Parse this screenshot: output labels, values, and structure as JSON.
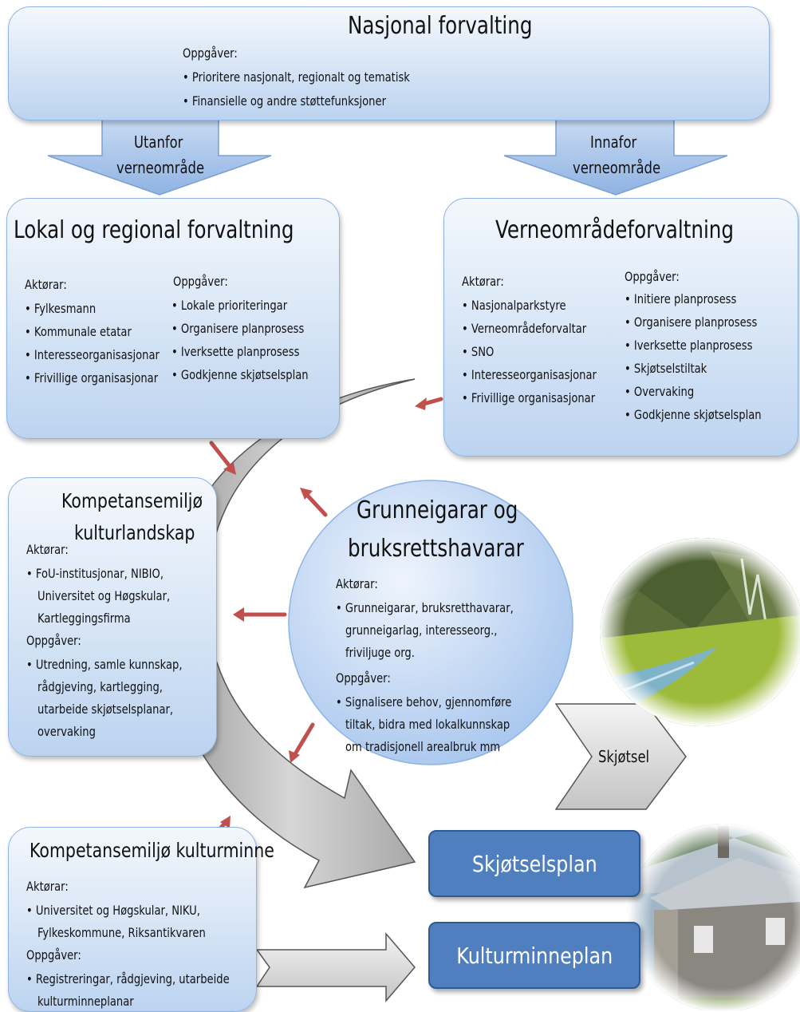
{
  "national": {
    "title": "Nasjonal forvalting",
    "tasks_label": "Oppgåver:",
    "tasks": [
      "Prioritere nasjonalt, regionalt og tematisk",
      "Finansielle og andre støttefunksjoner"
    ]
  },
  "arrow_outside": {
    "line1": "Utanfor",
    "line2": "verneområde"
  },
  "arrow_inside": {
    "line1": "Innafor",
    "line2": "verneområde"
  },
  "local": {
    "title": "Lokal og regional forvaltning",
    "actors_label": "Aktørar:",
    "actors": [
      "Fylkesmann",
      "Kommunale etatar",
      "Interesseorganisasjonar",
      "Frivillige organisasjonar"
    ],
    "tasks_label": "Oppgåver:",
    "tasks": [
      "Lokale prioriteringar",
      "Organisere planprosess",
      "Iverksette planprosess",
      "Godkjenne skjøtselsplan"
    ]
  },
  "protected": {
    "title": "Verneområdeforvaltning",
    "actors_label": "Aktørar:",
    "actors": [
      "Nasjonalparkstyre",
      "Verneområdeforvaltar",
      "SNO",
      "Interesseorganisasjonar",
      "Frivillige organisasjonar"
    ],
    "tasks_label": "Oppgåver:",
    "tasks": [
      "Initiere planprosess",
      "Organisere planprosess",
      "Iverksette planprosess",
      "Skjøtselstiltak",
      "Overvaking",
      "Godkjenne skjøtselsplan"
    ]
  },
  "cultural_landscape": {
    "title_line1": "Kompetansemiljø",
    "title_line2": "kulturlandskap",
    "actors_label": "Aktørar:",
    "actors_lines": [
      "FoU-institusjonar, NIBIO,",
      "Universitet og Høgskular,",
      "Kartleggingsfirma"
    ],
    "tasks_label": "Oppgåver:",
    "tasks_lines": [
      "Utredning, samle kunnskap,",
      "rådgjeving, kartlegging,",
      "utarbeide skjøtselsplanar,",
      "overvaking"
    ]
  },
  "landowners": {
    "title_line1": "Grunneigarar og",
    "title_line2": "bruksrettshavarar",
    "actors_label": "Aktørar:",
    "actors_lines": [
      "Grunneigarar, bruksretthavarar,",
      "grunneigarlag, interesseorg.,",
      "friviljuge org."
    ],
    "tasks_label": "Oppgåver:",
    "tasks_lines": [
      "Signalisere behov, gjennomføre",
      "tiltak, bidra med lokalkunnskap",
      "om tradisjonell arealbruk mm"
    ]
  },
  "cultural_heritage": {
    "title": "Kompetansemiljø kulturminne",
    "actors_label": "Aktørar:",
    "actors_lines": [
      "Universitet og Høgskular, NIKU,",
      "Fylkeskommune, Riksantikvaren"
    ],
    "tasks_label": "Oppgåver:",
    "tasks_lines": [
      "Registreringar, rådgjeving, utarbeide",
      "kulturminneplanar"
    ]
  },
  "care_arrow_label": "Skjøtsel",
  "plan_care": "Skjøtselsplan",
  "plan_heritage": "Kulturminneplan",
  "colors": {
    "box_border": "#8eb4e3",
    "plan_fill": "#4f7fbf",
    "red_arrow": "#c0504d",
    "gray_arrow": "#c8c8c8"
  }
}
